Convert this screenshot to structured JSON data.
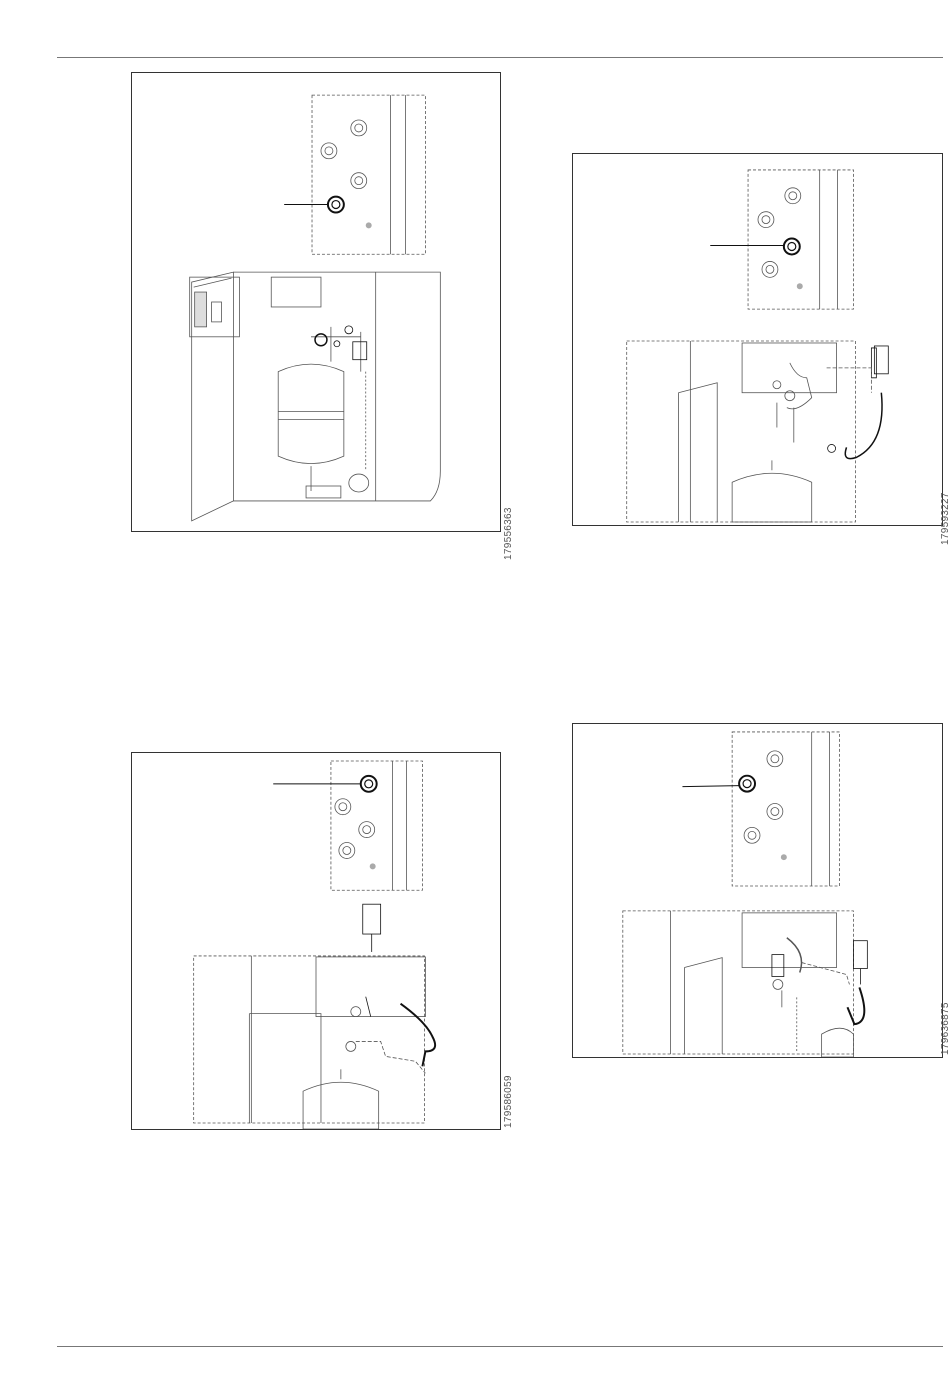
{
  "figures": [
    {
      "id": "179556363"
    },
    {
      "id": "179593227"
    },
    {
      "id": "179586059"
    },
    {
      "id": "179636875"
    }
  ]
}
